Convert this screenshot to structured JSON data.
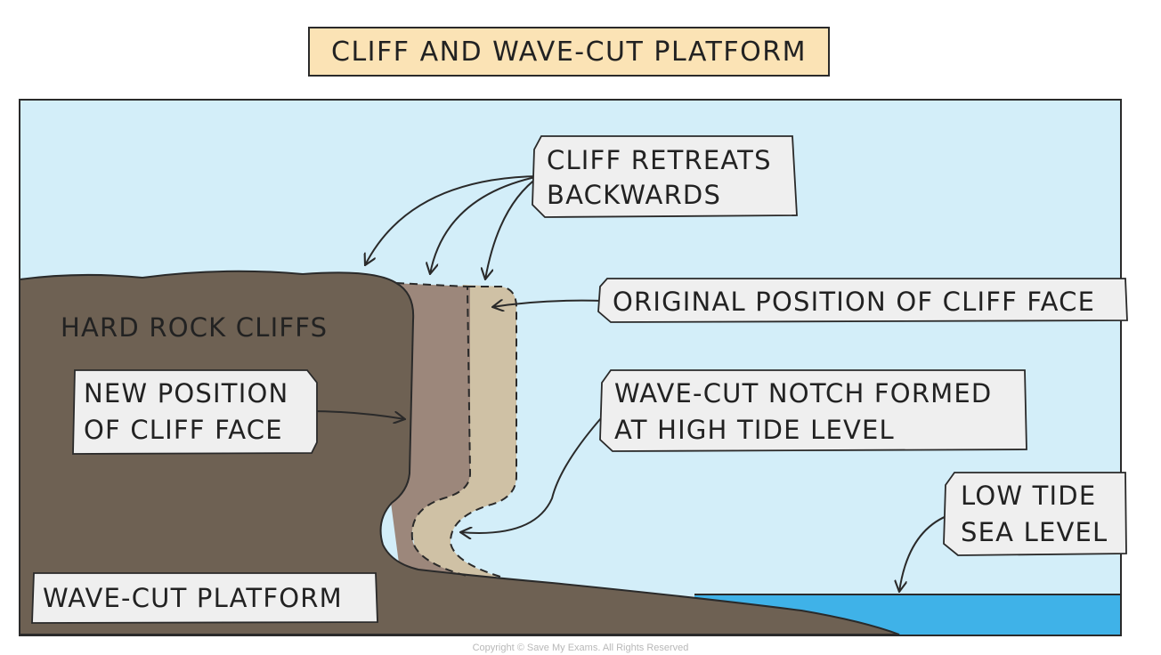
{
  "title": "CLIFF AND WAVE-CUT PLATFORM",
  "labels": {
    "cliff_retreats": [
      "CLIFF RETREATS",
      "BACKWARDS"
    ],
    "original_position": [
      "ORIGINAL POSITION OF CLIFF FACE"
    ],
    "hard_rock_cliffs": [
      "HARD ROCK CLIFFS"
    ],
    "new_position": [
      "NEW POSITION",
      "OF CLIFF FACE"
    ],
    "wave_cut_notch": [
      "WAVE-CUT NOTCH FORMED",
      "AT HIGH TIDE LEVEL"
    ],
    "low_tide": [
      "LOW TIDE",
      "SEA LEVEL"
    ],
    "wave_cut_platform": [
      "WAVE-CUT PLATFORM"
    ]
  },
  "copyright": "Copyright © Save My Exams. All Rights Reserved",
  "colors": {
    "sky": "#d3eef9",
    "sea": "#3fb2e8",
    "rock": "#6e6153",
    "retreat_middle": "#9c877b",
    "original_face": "#cfc1a5",
    "title_fill": "#fbe3b5",
    "label_fill": "#efefef",
    "outline": "#2a2a2a"
  }
}
